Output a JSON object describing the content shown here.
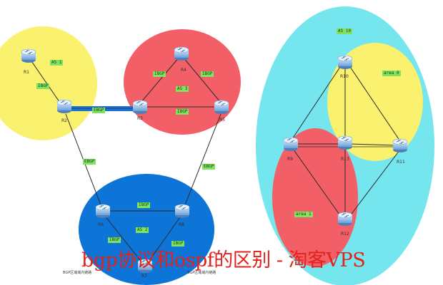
{
  "colors": {
    "as1_zone": "#faf16e",
    "as3_zone": "#f35f67",
    "as2_zone": "#0d74d8",
    "as10_zone": "#76e6ee",
    "area0_zone": "#faf16e",
    "area1_zone": "#f35f67",
    "label_tag": "#7fe35f",
    "watermark": "#e2221c",
    "router_body": "#7ab0e8",
    "link": "#2a2a2a",
    "ebgp_trunk": "#1a73d6"
  },
  "icons": {
    "router": "router-icon"
  },
  "left_topology": {
    "zones": {
      "as1": "AS 1",
      "as3": "AS 3",
      "as2": "AS 2"
    },
    "routers": [
      {
        "id": "r1",
        "label": "R1"
      },
      {
        "id": "r2",
        "label": "R2"
      },
      {
        "id": "r3",
        "label": "R3"
      },
      {
        "id": "r4",
        "label": "R4"
      },
      {
        "id": "r5",
        "label": "R5"
      },
      {
        "id": "r6",
        "label": "R6"
      },
      {
        "id": "r7",
        "label": "R7"
      },
      {
        "id": "r8",
        "label": "R8"
      }
    ],
    "links": {
      "r1_r2": "IBGP",
      "r2_r3": "EBGP",
      "r3_r4": "IBGP",
      "r4_r5": "IBGP",
      "r3_r5": "IBGP",
      "r2_r6": "EBGP",
      "r5_r8": "EBGP",
      "r6_r8": "IBGP",
      "r6_r7": "IBGP",
      "r8_r7": "IBGP"
    },
    "notes": {
      "left": "BGP区域域内链路",
      "right": "BGP区域域内链路"
    }
  },
  "right_topology": {
    "zones": {
      "as10": "AS 10",
      "area0": "area 0",
      "area1": "area 1"
    },
    "routers": [
      {
        "id": "r9",
        "label": "R9"
      },
      {
        "id": "r10",
        "label": "R10"
      },
      {
        "id": "r11",
        "label": "R11"
      },
      {
        "id": "r12",
        "label": "R12"
      },
      {
        "id": "r13",
        "label": "R13"
      }
    ]
  },
  "watermark": "bgp协议和ospf的区别 - 淘客VPS"
}
